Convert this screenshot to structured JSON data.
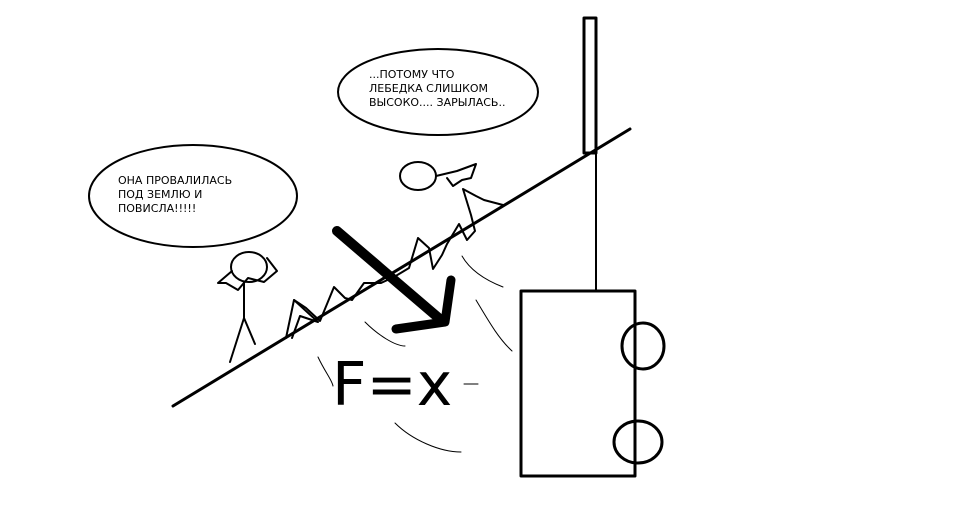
{
  "bubbles": {
    "left": {
      "lines": [
        "ОНА ПРОВАЛИЛАСЬ",
        "ПОД ЗЕМЛЮ И",
        "ПОВИСЛА!!!!!"
      ]
    },
    "right": {
      "lines": [
        "...ПОТОМУ ЧТО",
        "ЛЕБЕДКА СЛИШКОМ",
        "ВЫСОКО.... ЗАРЫЛАСЬ.."
      ]
    }
  },
  "formula": {
    "text": "F=x"
  },
  "colors": {
    "ink": "#000000",
    "background": "#ffffff"
  }
}
